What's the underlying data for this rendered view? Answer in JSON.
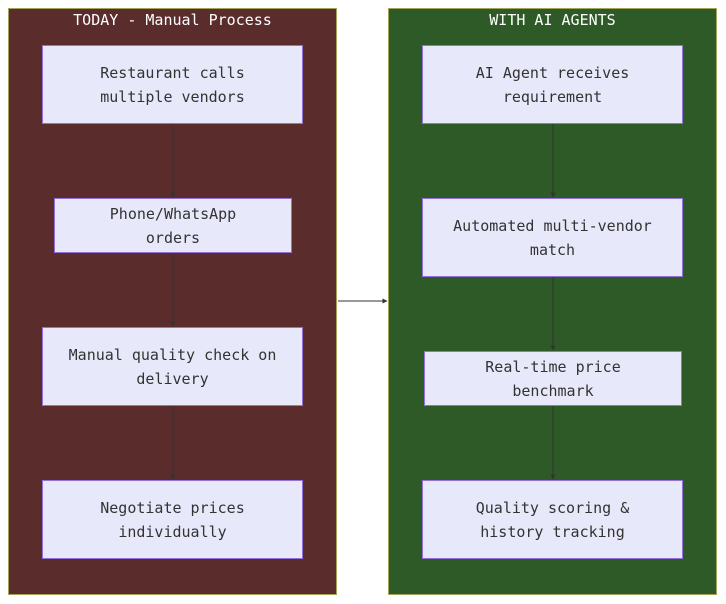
{
  "colors": {
    "left_panel_bg": "#5b2c2c",
    "right_panel_bg": "#2e5a27",
    "node_bg": "#e8e8fb",
    "node_border": "#9370db",
    "arrow": "#333333"
  },
  "left": {
    "title": "TODAY - Manual Process",
    "steps": [
      "Restaurant calls multiple vendors",
      "Phone/WhatsApp orders",
      "Manual quality check on delivery",
      "Negotiate prices individually"
    ]
  },
  "right": {
    "title": "WITH AI AGENTS",
    "steps": [
      "AI Agent receives requirement",
      "Automated multi-vendor match",
      "Real-time price benchmark",
      "Quality scoring & history tracking"
    ]
  }
}
